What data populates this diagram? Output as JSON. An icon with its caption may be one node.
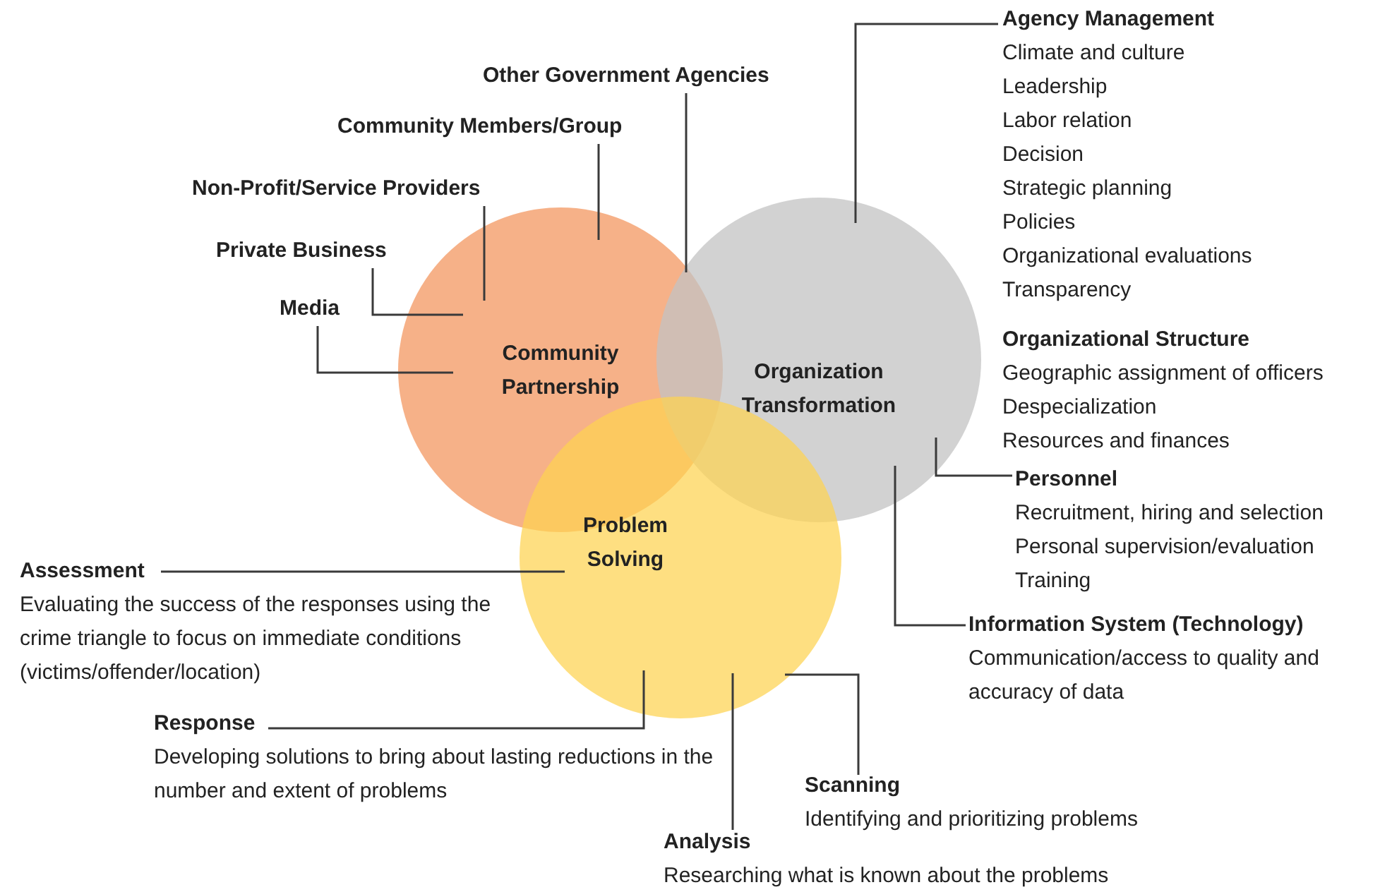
{
  "diagram": {
    "nodes": [
      {
        "text": [
          "Community Partnership"
        ]
      },
      {
        "text": [
          "Organization Transformation"
        ]
      },
      {
        "text": [
          "Problem Solving"
        ]
      },
      {
        "text": [
          "Other Government Agencies"
        ]
      },
      {
        "text": [
          "Community Members/Group"
        ]
      },
      {
        "text": [
          "Non-Profit/Service Providers"
        ]
      },
      {
        "text": [
          "Private Business"
        ]
      },
      {
        "text": [
          "Media"
        ]
      },
      {
        "text": [
          "Agency Management",
          "Climate and culture",
          "Leadership",
          "Labor relation",
          "Decision",
          "Strategic planning",
          "Policies",
          "Organizational evaluations",
          "Transparency"
        ]
      },
      {
        "text": [
          "Personnel",
          "Recruitment, hiring and selection",
          "Personal supervision/evaluation",
          "Training"
        ]
      },
      {
        "text": [
          "Information System (Technology)",
          "Communication/access to quality and accuracy of data"
        ]
      },
      {
        "text": [
          "Assessment",
          "Evaluating the success of the responses using the crime triangle to focus on immediate conditions (victims/offender/location)"
        ]
      },
      {
        "text": [
          "Response",
          "Developing solutions to bring about lasting reductions in the number and extent of problems"
        ]
      },
      {
        "text": [
          "Scanning",
          "Identifying and prioritizing problems"
        ]
      },
      {
        "text": [
          "Analysis",
          "Researching what is known about the problems"
        ]
      }
    ],
    "edges": [
      {
        "from": 3,
        "to": 0,
        "arrow": "none"
      },
      {
        "from": 4,
        "to": 0,
        "arrow": "none"
      },
      {
        "from": 5,
        "to": 0,
        "arrow": "none"
      },
      {
        "from": 6,
        "to": 0,
        "arrow": "none"
      },
      {
        "from": 7,
        "to": 0,
        "arrow": "none"
      },
      {
        "from": 8,
        "to": 1,
        "arrow": "none"
      },
      {
        "from": 9,
        "to": 1,
        "arrow": "none"
      },
      {
        "from": 10,
        "to": 1,
        "arrow": "none"
      },
      {
        "from": 11,
        "to": 2,
        "arrow": "none"
      },
      {
        "from": 12,
        "to": 2,
        "arrow": "none"
      },
      {
        "from": 13,
        "to": 2,
        "arrow": "none"
      },
      {
        "from": 14,
        "to": 2,
        "arrow": "none"
      }
    ],
    "labels": [
      "Organizational Structure",
      "Geographic assignment of officers",
      "Despecialization",
      "Resources and finances"
    ]
  }
}
